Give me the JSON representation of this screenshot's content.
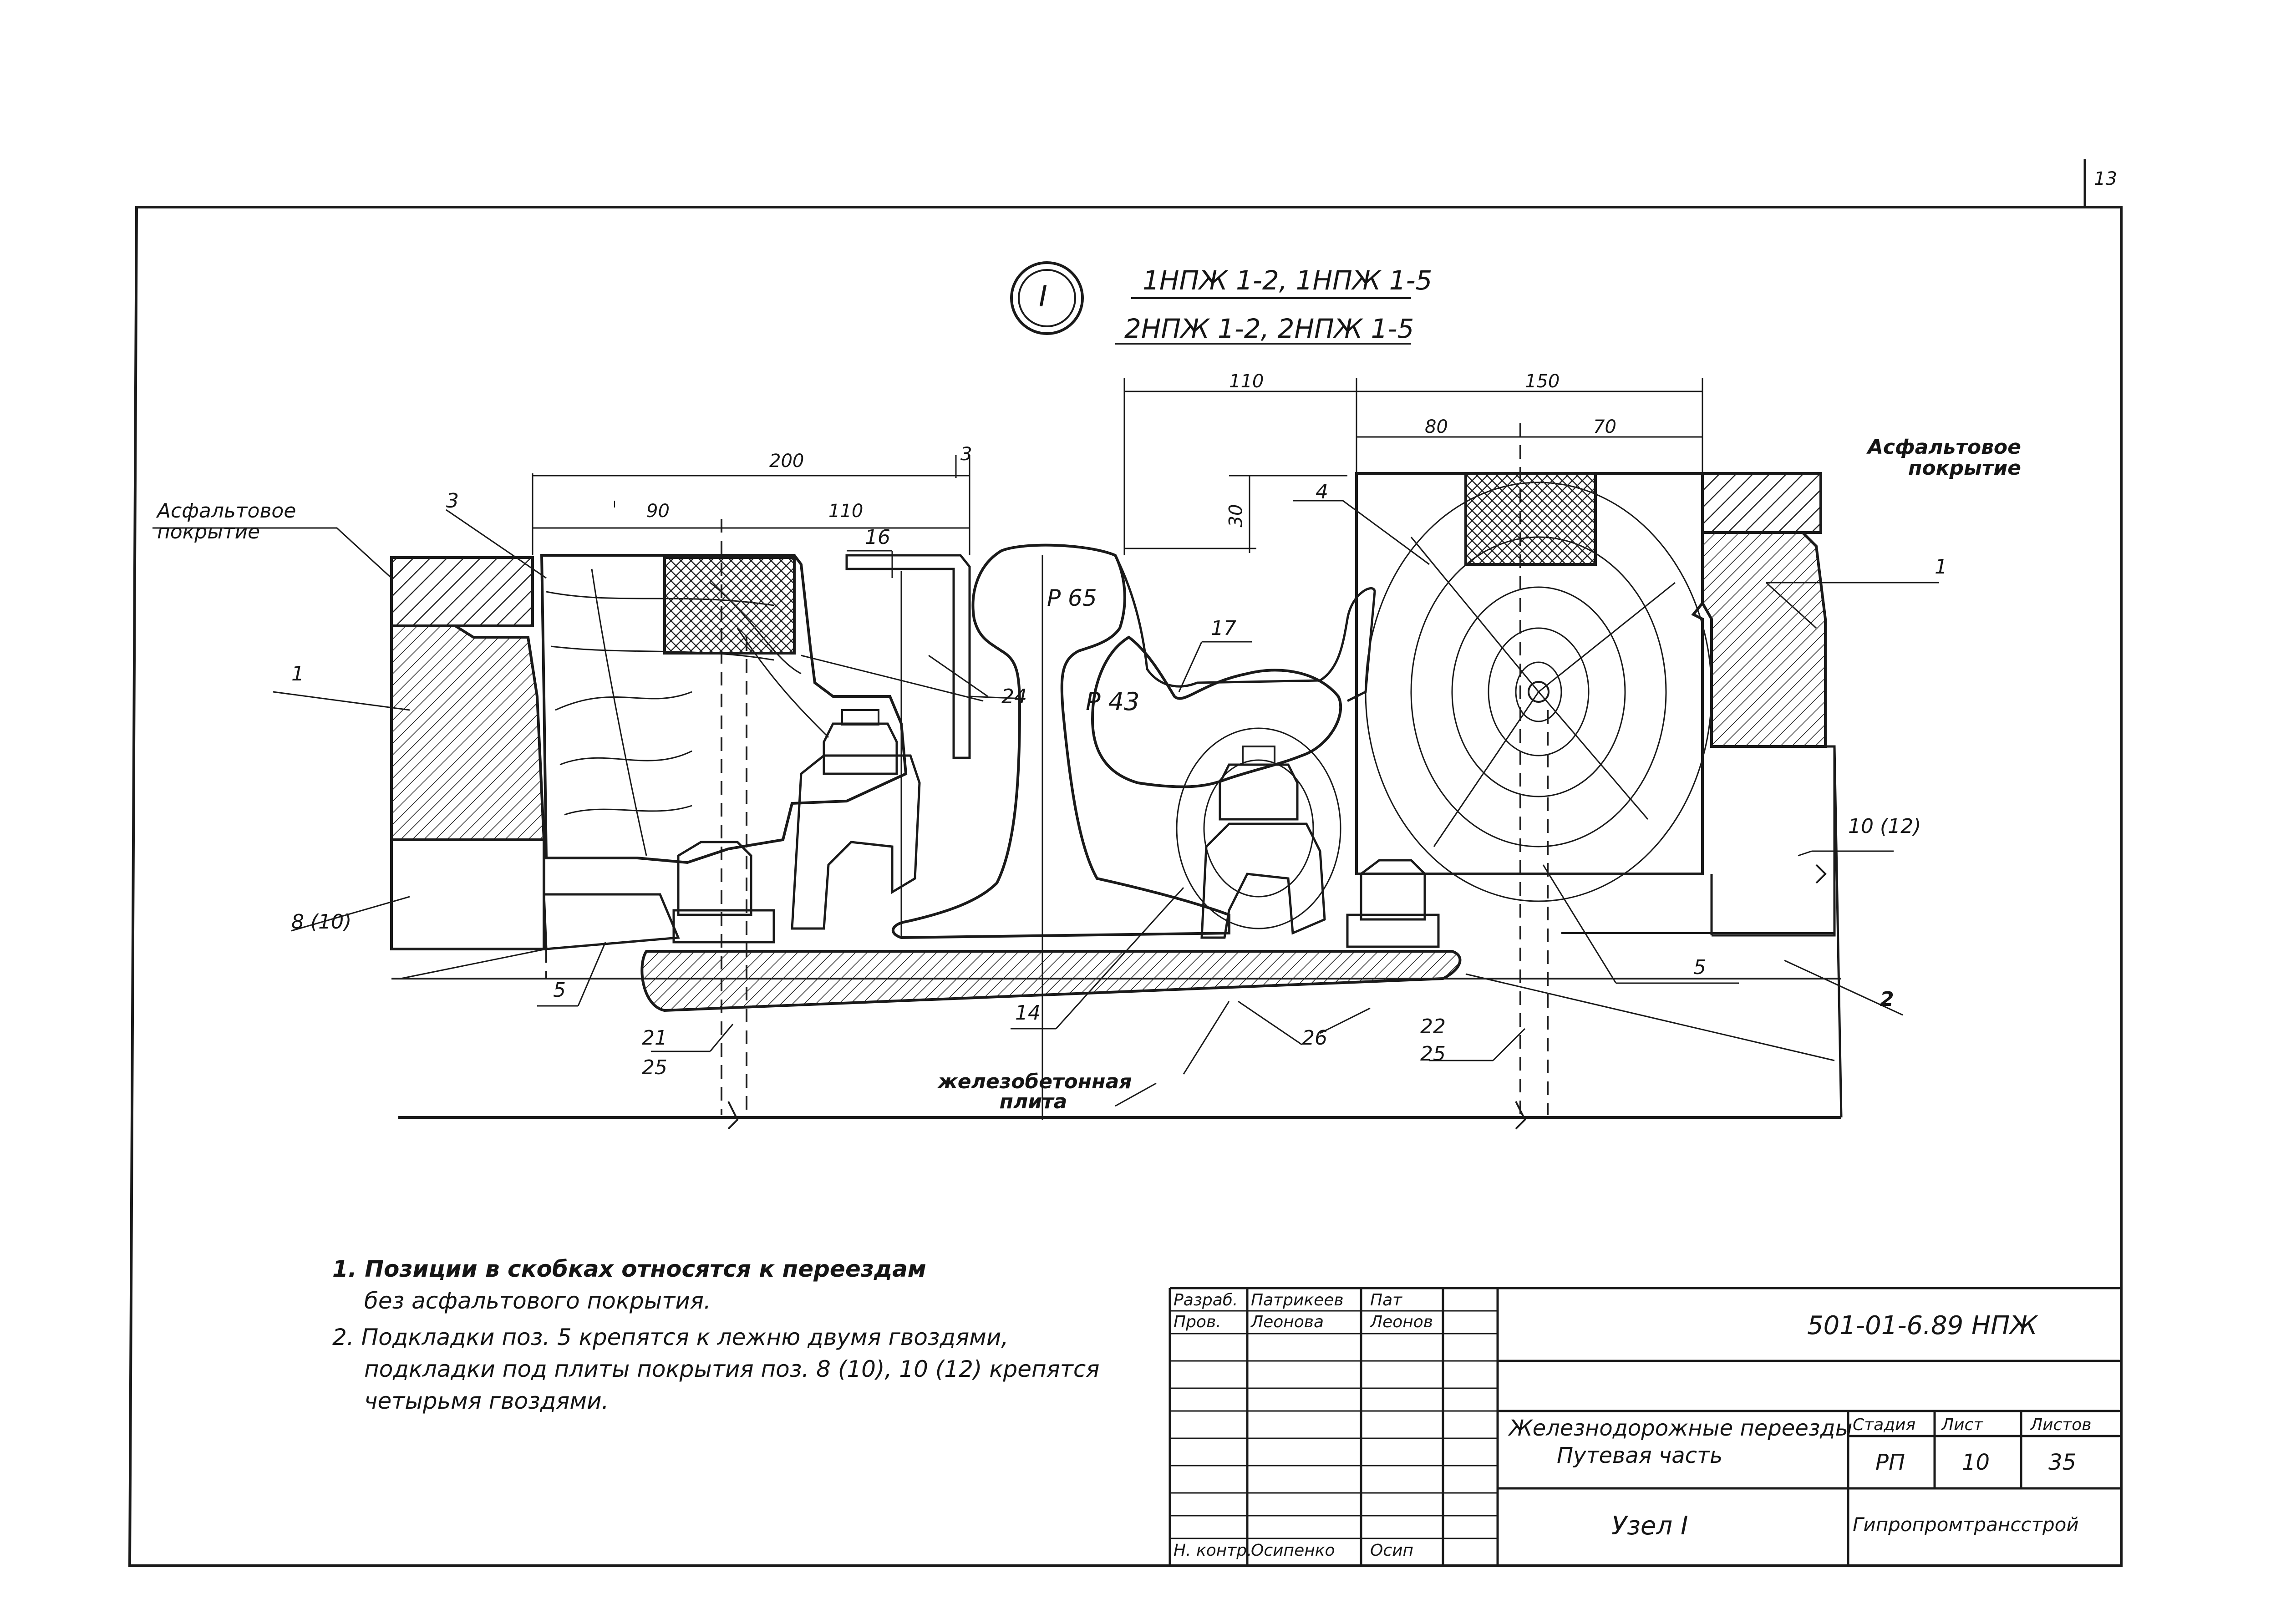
{
  "node": {
    "marker": "I",
    "codes_line1": "1НПЖ 1-2, 1НПЖ 1-5",
    "codes_line2": "2НПЖ 1-2, 2НПЖ 1-5"
  },
  "sheet_number_edge": "13",
  "dimensions": {
    "d200": "200",
    "d90": "90",
    "d110_left": "110",
    "d3": "3",
    "d110_top": "110",
    "d150": "150",
    "d80": "80",
    "d70": "70",
    "d30": "30"
  },
  "rails": {
    "r65": "Р 65",
    "r43": "Р 43"
  },
  "labels": {
    "asphalt_left": "Асфальтовое покрытие",
    "asphalt_right": "Асфальтовое покрытие",
    "p1_left": "1",
    "p1_right": "1",
    "p2": "2",
    "p3": "3",
    "p4": "4",
    "p5_left": "5",
    "p5_right": "5",
    "p8_10": "8 (10)",
    "p10_12": "10 (12)",
    "p14": "14",
    "p16": "16",
    "p17": "17",
    "p21": "21",
    "p25_left": "25",
    "p22": "22",
    "p25_right": "25",
    "p24": "24",
    "p26": "26",
    "plate": "железобетонная плита"
  },
  "notes": [
    "1. Позиции в скобках относятся к переездам",
    "без асфальтового покрытия.",
    "2. Подкладки поз. 5 крепятся к лежню двумя гвоздями,",
    "подкладки под плиты покрытия поз. 8 (10), 10 (12) крепятся",
    "четырьмя гвоздями."
  ],
  "title_block": {
    "rows": [
      {
        "role": "Разраб.",
        "name": "Патрикеев",
        "sign": "Пат"
      },
      {
        "role": "Пров.",
        "name": "Леонова",
        "sign": "Леонов"
      },
      {
        "role": "",
        "name": "",
        "sign": ""
      },
      {
        "role": "",
        "name": "",
        "sign": ""
      },
      {
        "role": "",
        "name": "",
        "sign": ""
      },
      {
        "role": "",
        "name": "",
        "sign": ""
      },
      {
        "role": "",
        "name": "",
        "sign": ""
      },
      {
        "role": "",
        "name": "",
        "sign": ""
      },
      {
        "role": "Н. контр.",
        "name": "Осипенко",
        "sign": "Осип"
      }
    ],
    "doc_code": "501-01-6.89 НПЖ",
    "project_title_1": "Железнодорожные переезды",
    "project_title_2": "Путевая часть",
    "stage_header": "Стадия",
    "sheet_header": "Лист",
    "sheets_header": "Листов",
    "stage": "РП",
    "sheet": "10",
    "sheets": "35",
    "node_title": "Узел I",
    "org": "Гипропромтрансстрой"
  }
}
